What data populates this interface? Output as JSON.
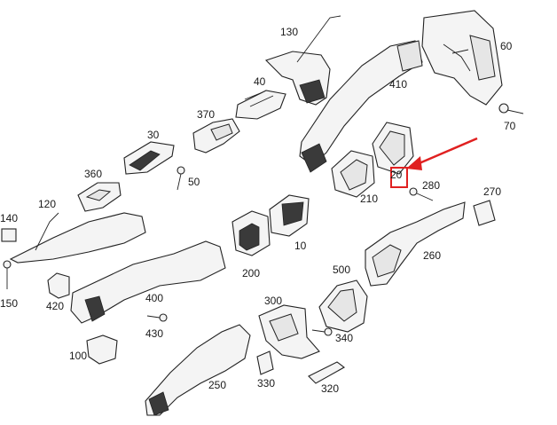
{
  "colors": {
    "accent": "#e02020",
    "line": "#222222"
  },
  "labels": {
    "p10": "10",
    "p20": "20",
    "p30": "30",
    "p40": "40",
    "p50": "50",
    "p60": "60",
    "p70": "70",
    "p100": "100",
    "p120": "120",
    "p130": "130",
    "p140": "140",
    "p150": "150",
    "p200": "200",
    "p210": "210",
    "p250": "250",
    "p260": "260",
    "p270": "270",
    "p280": "280",
    "p300": "300",
    "p320": "320",
    "p330": "330",
    "p340": "340",
    "p360": "360",
    "p370": "370",
    "p400": "400",
    "p410": "410",
    "p420": "420",
    "p430": "430",
    "p500": "500"
  },
  "highlight": {
    "target": "20",
    "icon": "arrow-icon"
  }
}
